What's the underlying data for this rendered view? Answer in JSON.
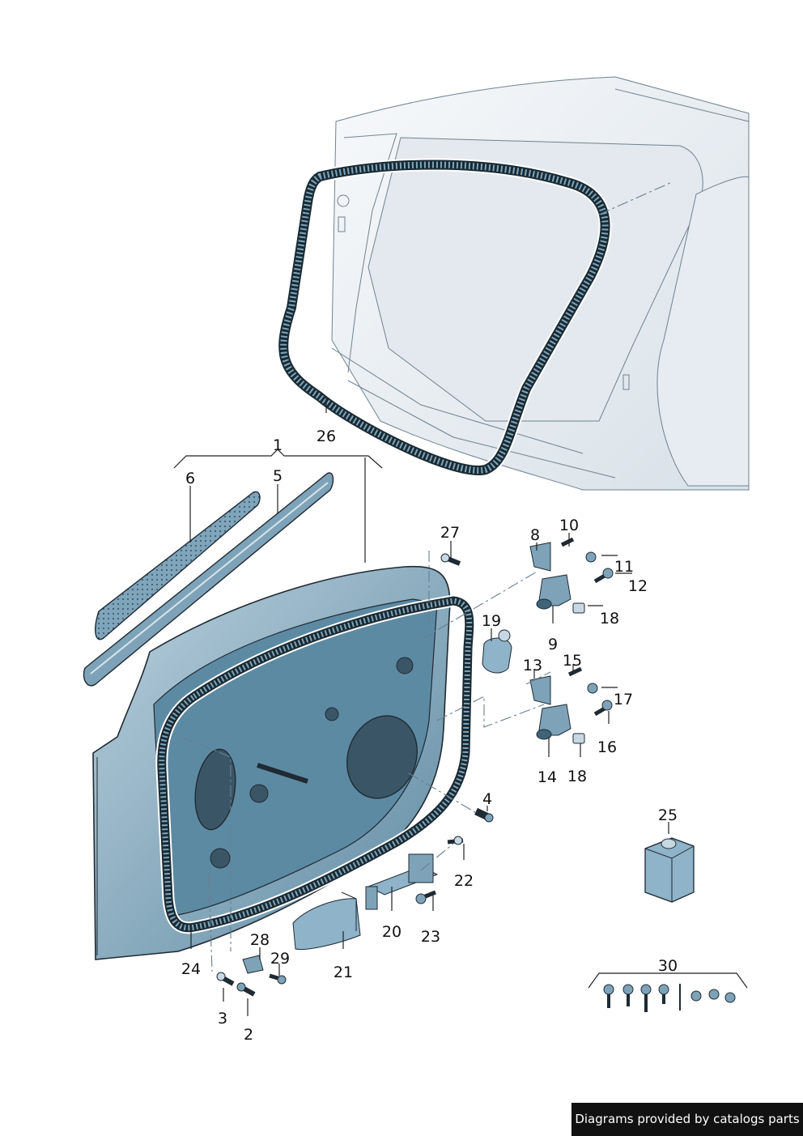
{
  "callouts": {
    "c1": "1",
    "c2": "2",
    "c3": "3",
    "c4": "4",
    "c5": "5",
    "c6": "6",
    "c8": "8",
    "c9": "9",
    "c10": "10",
    "c11": "11",
    "c12": "12",
    "c13": "13",
    "c14": "14",
    "c15": "15",
    "c16": "16",
    "c17": "17",
    "c18a": "18",
    "c18b": "18",
    "c19": "19",
    "c20": "20",
    "c21": "21",
    "c22": "22",
    "c23": "23",
    "c24": "24",
    "c25": "25",
    "c26": "26",
    "c27": "27",
    "c28": "28",
    "c29": "29",
    "c30": "30"
  },
  "watermark": "Diagrams provided by catalogs parts",
  "colors": {
    "part_fill": "#8fb3c8",
    "part_dark": "#3f6478",
    "body_fill": "#eef2f5",
    "line": "#1f2a33"
  }
}
